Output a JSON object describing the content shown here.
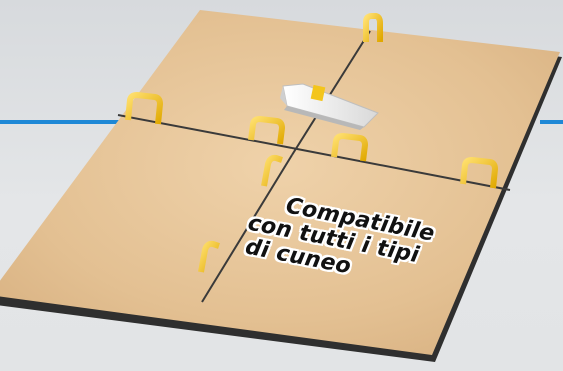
{
  "image": {
    "subject": "tile-leveling-system",
    "caption_lines": [
      "Compatibile",
      "con tutti i tipi",
      "di cuneo"
    ]
  },
  "colors": {
    "background": "#dfe1e3",
    "accent_line": "#1e88d6",
    "tile": "#e6c79c",
    "clip": "#f2c21a",
    "wedge": "#f4f4f4"
  },
  "icons": [
    "leveling-clip-icon",
    "wedge-icon"
  ]
}
